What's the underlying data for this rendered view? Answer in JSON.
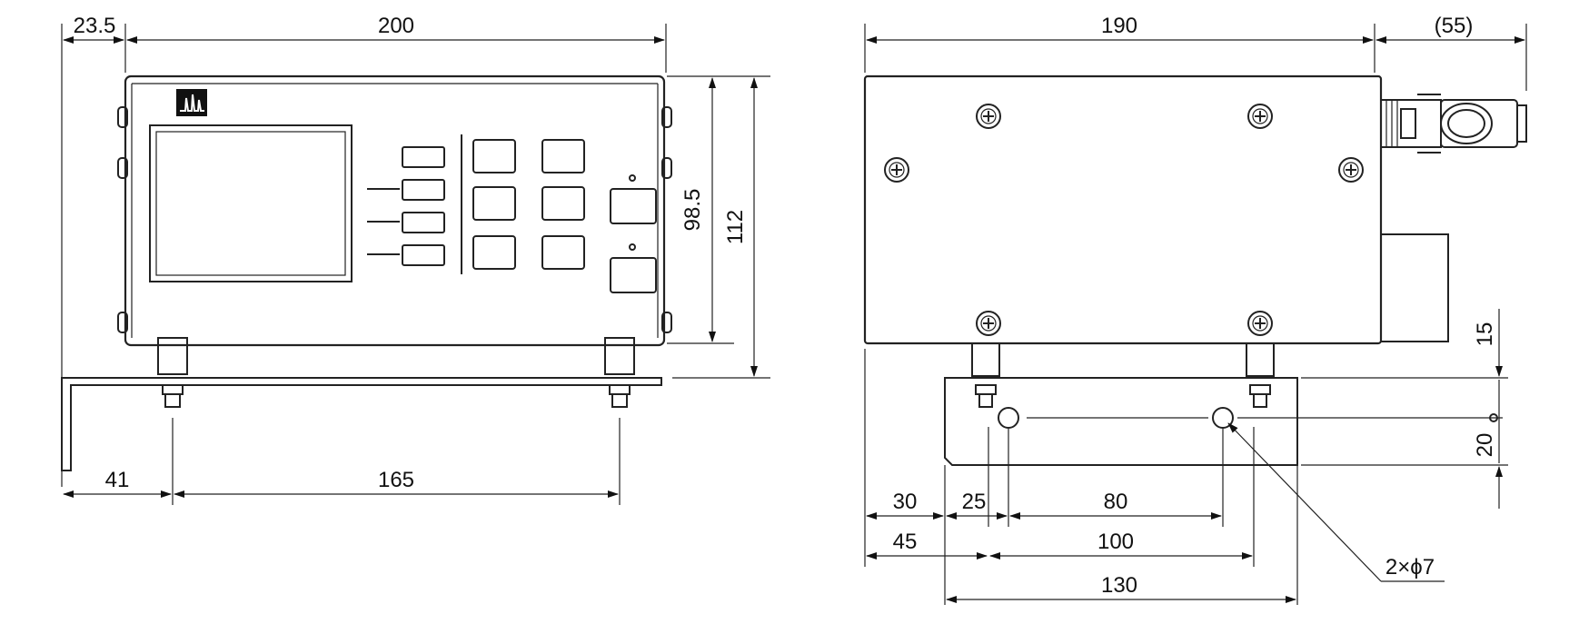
{
  "front_view": {
    "dims": {
      "offset_top": "23.5",
      "width": "200",
      "height_body": "98.5",
      "height_total": "112",
      "base_left": "41",
      "base_span": "165"
    }
  },
  "side_view": {
    "dims": {
      "length": "190",
      "connector": "(55)",
      "base_height": "15",
      "hole_height": "20",
      "d30": "30",
      "d25": "25",
      "d80": "80",
      "d45": "45",
      "d100": "100",
      "d130": "130",
      "holes": "2×ϕ7"
    }
  }
}
